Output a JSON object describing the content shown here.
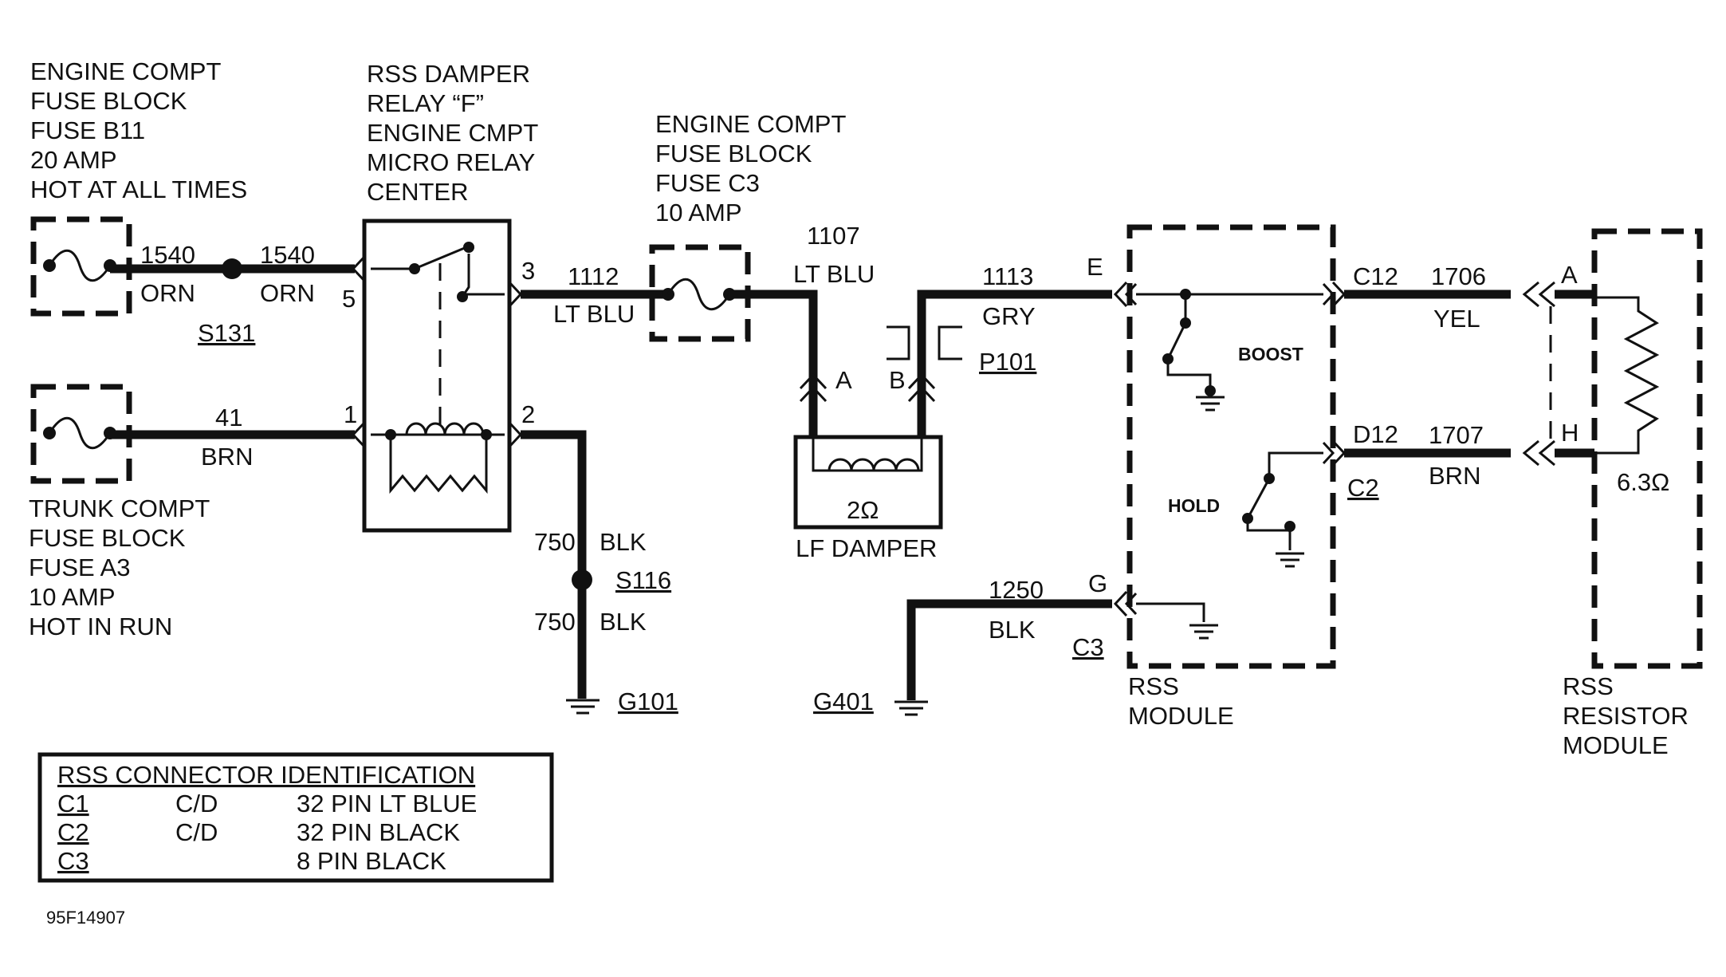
{
  "labels": {
    "fuse_b11": [
      "ENGINE COMPT",
      "FUSE BLOCK",
      "FUSE B11",
      "20 AMP",
      "HOT AT ALL TIMES"
    ],
    "relay": [
      "RSS  DAMPER",
      "RELAY “F”",
      "ENGINE  CMPT",
      "MICRO RELAY",
      "CENTER"
    ],
    "fuse_c3": [
      "ENGINE COMPT",
      "FUSE BLOCK",
      "FUSE C3",
      "10 AMP"
    ],
    "fuse_a3": [
      "TRUNK COMPT",
      "FUSE BLOCK",
      "FUSE A3",
      "10 AMP",
      "HOT IN RUN"
    ],
    "rss_module": [
      "RSS",
      "MODULE"
    ],
    "resistor_module": [
      "RSS",
      "RESISTOR",
      "MODULE"
    ]
  },
  "wires": {
    "w1540a_num": "1540",
    "w1540a_color": "ORN",
    "w1540b_num": "1540",
    "w1540b_color": "ORN",
    "w41_num": "41",
    "w41_color": "BRN",
    "w1112_num": "1112",
    "w1112_color": "LT BLU",
    "w1107_num": "1107",
    "w1107_color": "LT BLU",
    "w1113_num": "1113",
    "w1113_color": "GRY",
    "w750a_num": "750",
    "w750a_color": "BLK",
    "w750b_num": "750",
    "w750b_color": "BLK",
    "w1250_num": "1250",
    "w1250_color": "BLK",
    "w1706_num": "1706",
    "w1706_color": "YEL",
    "w1707_num": "1707",
    "w1707_color": "BRN"
  },
  "pins": {
    "relay_5": "5",
    "relay_3": "3",
    "relay_1": "1",
    "relay_2": "2",
    "damper_a": "A",
    "damper_b": "B",
    "mod_e": "E",
    "mod_g": "G",
    "mod_c12": "C12",
    "mod_d12": "D12",
    "res_a": "A",
    "res_h": "H"
  },
  "refs": {
    "s131": "S131",
    "s116": "S116",
    "p101": "P101",
    "g101": "G101",
    "g401": "G401",
    "c2": "C2",
    "c3": "C3"
  },
  "components": {
    "damper_label": "LF DAMPER",
    "damper_ohms": "2Ω",
    "resistor_ohms": "6.3Ω",
    "boost": "BOOST",
    "hold": "HOLD"
  },
  "connector_table": {
    "title": "RSS CONNECTOR IDENTIFICATION",
    "rows": [
      {
        "id": "C1",
        "type": "C/D",
        "desc": "32 PIN LT BLUE"
      },
      {
        "id": "C2",
        "type": "C/D",
        "desc": "32 PIN BLACK"
      },
      {
        "id": "C3",
        "type": "",
        "desc": "8 PIN BLACK"
      }
    ]
  },
  "figure_id": "95F14907"
}
